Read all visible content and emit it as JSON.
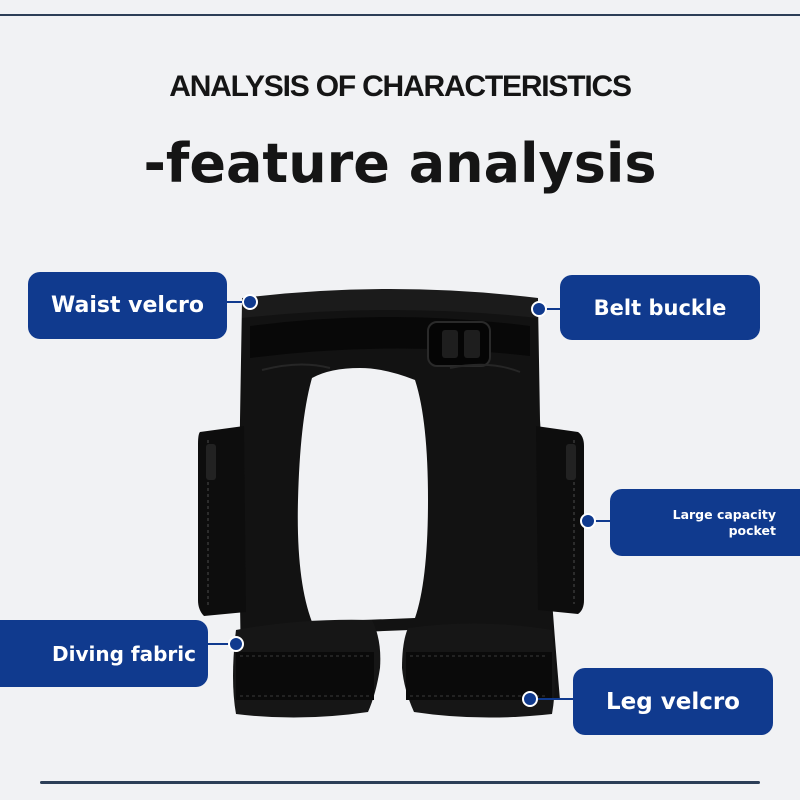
{
  "header": {
    "title": "ANALYSIS OF CHARACTERISTICS",
    "subtitle": "-feature analysis"
  },
  "labels": {
    "waist_velcro": "Waist velcro",
    "belt_buckle": "Belt buckle",
    "pocket_line1": "Large capacity",
    "pocket_line2": "pocket",
    "diving_fabric": "Diving fabric",
    "leg_velcro": "Leg velcro"
  },
  "colors": {
    "background": "#f1f2f4",
    "label_blue": "#103a8e",
    "title_text": "#151515",
    "product_black": "#0f0f0f"
  }
}
